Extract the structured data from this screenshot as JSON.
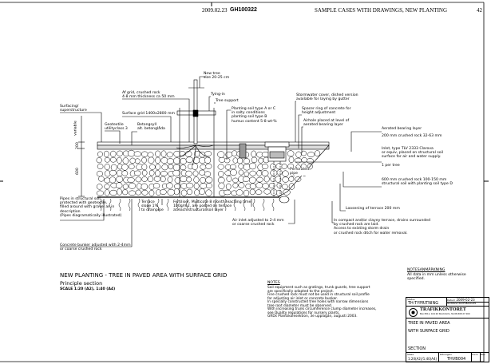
{
  "header": {
    "date": "2009.02.23",
    "code": "GH100322",
    "section": "SAMPLE CASES WITH DRAWINGS, NEW PLANTING",
    "page": "42"
  },
  "labels": {
    "new_tree": "New tree\nsize 20-25 cm",
    "af_grid": "Af grid, crushed rock\n4-8 mm thickness ca 50 mm",
    "tying_in": "Tying-in",
    "tree_support": "Tree support",
    "surfacing": "Surfacing/\nsuperstructure",
    "surface_grid": "Surface grid 1400x2800 mm",
    "planting_soil": "Planting soil type A or C\nin salty conditions\nplanting soil type B\nhumus content 5-8 wt-%",
    "stormwater": "Stormwater cover, dished version\navailable for laying by gutter",
    "spacer": "Spacer ring of concrete for\nheight adjustment",
    "airhole": "Airhole placed at level of\naerated bearing layer",
    "aerated": "Aerated bearing layer",
    "aerated_spec": "200 mm crushed rock 32-63 mm",
    "inlet": "Inlet, type TLV 2333 Clarova\nor equiv, placed on structural soil\nsurface for air and water supply.",
    "per_tree": "1 per tree",
    "structural": "600 mm crushed rock 100-150 mm\nstructural soil with planting soil type D",
    "loosening": "Loosening of terrace 200 mm",
    "drains": "In compact and/or clayey terrace, drains surrounded\nby crushed rock are laid.\nAccess to existing storm drain\nor crushed rock ditch for water removal.",
    "air_inlet": "Air inlet adjusted to 2-4 mm\nor coarse crushed rock",
    "fertiliser": "Fertiliser, Multicote 8 month leaching time\n100g/m2, are posted on terrace\nat each structural soil layer",
    "terrace": "Terrace\nslope 1%\nto drainpipe",
    "pipes": "Pipes in structural soil\nprotected with geotextile,\nfilled around with gravel as in\ndescription\n(Pipes diagramatically illustrated)",
    "geotextile": "Geotextile\nutilityclass 3",
    "betongsyll": "Betongsyll\nalt. betonglåda",
    "bunker": "Concrete bunker adjusted with 2-4mm\nor coarse crushed rock",
    "perforated": "Perforated\npipe",
    "dim_variable": "variable",
    "dim_200": "200",
    "dim_600": "600"
  },
  "title": {
    "main": "NEW PLANTING - TREE IN PAVED AREA WITH SURFACE GRID",
    "sub": "Principle section",
    "scale": "SCALE 1:20 (A2), 1:40 (A4)"
  },
  "notes": {
    "heading": "NOTES",
    "body": "Soil equipment such as gratings, trunk guards, tree support\nare specifically adapted to the project.\nFine crushed rock must not be used in structural soil profile\nfor adjusting air inlet or concrete bunker.\nIn specially constructed tree holes with narrow dimensions\ntree root diameter must be observed.\nWith increasing trunk circumference clump diameter increases,\nsee Quality regulations for nursery plants,\nGRDs Plantskolesektion, 3e upplagan, augusti 2003."
  },
  "anm": {
    "heading": "NOTESANMÄRKNING",
    "body": "All data in mm unless otherwise\nspecified."
  },
  "titleblock": {
    "status_label": "Status",
    "status": "TH-TYPRITNING",
    "datum_label": "Datum",
    "datum": "2009-02-23",
    "godkand_label": "Godkänd",
    "godkand": "B.ERIKSSON",
    "org": "TRAFIKKONTORET",
    "org_addr": "Box 8311, 104 20 Stockholm, Tel 08-508 27 200",
    "desc1": "TREE IN PAVED AREA",
    "desc2": "WITH SURFACE GRID",
    "desc3": "SECTION",
    "skala_label": "Skala",
    "skala": "1:20(A2)/1:40(A4)",
    "ritning_label": "Ritningsnr",
    "ritning": "THVB004",
    "format_label": "Form",
    "rev_label": "Rev."
  }
}
